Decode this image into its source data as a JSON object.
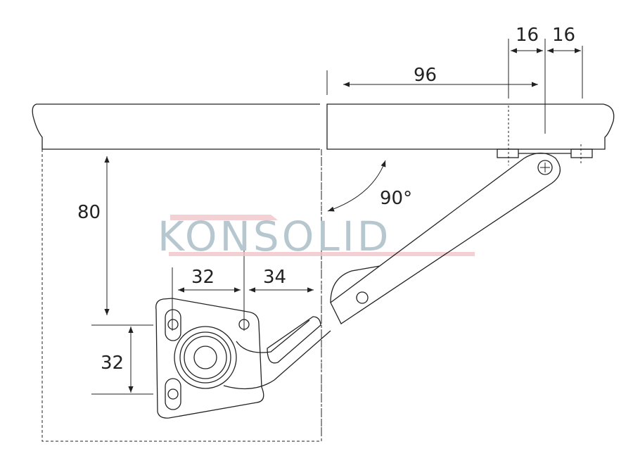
{
  "dimensions": {
    "offset_left_16": "16",
    "offset_right_16": "16",
    "width_96": "96",
    "height_80": "80",
    "angle": "90°",
    "hole_spacing_vertical": "32",
    "hole_spacing_horizontal": "32",
    "edge_offset_34": "34"
  },
  "watermark": {
    "text": "KONSOLID",
    "text_color": "#b7c7cf",
    "bar_color": "#f0c4c8"
  }
}
